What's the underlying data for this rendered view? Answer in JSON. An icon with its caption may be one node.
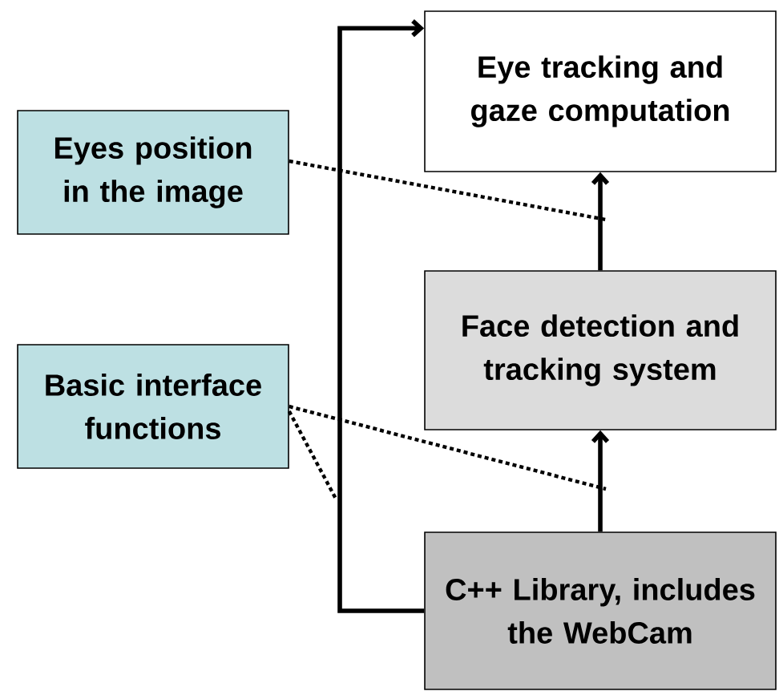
{
  "diagram": {
    "nodes": [
      {
        "text": [
          "Eye tracking and gaze computation"
        ]
      },
      {
        "text": [
          "Face detection and tracking system"
        ]
      },
      {
        "text": [
          "C++ Library, includes the WebCam"
        ]
      },
      {
        "text": [
          "Eyes position in the image"
        ]
      },
      {
        "text": [
          "Basic interface functions"
        ]
      }
    ],
    "edges": [
      {
        "from": 2,
        "to": 1,
        "arrow": "to"
      },
      {
        "from": 1,
        "to": 0,
        "arrow": "to"
      },
      {
        "from": 2,
        "to": 0,
        "arrow": "to"
      },
      {
        "from": 3,
        "to": null,
        "arrow": "none",
        "style": "dashed"
      },
      {
        "from": 4,
        "to": null,
        "arrow": "none",
        "style": "dashed"
      },
      {
        "from": 4,
        "to": null,
        "arrow": "none",
        "style": "dashed"
      }
    ]
  }
}
